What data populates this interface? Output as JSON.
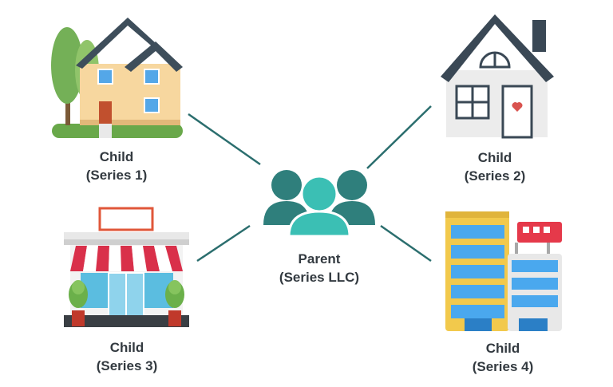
{
  "parent": {
    "title": "Parent",
    "subtitle": "(Series LLC)",
    "icon": "people-group-icon"
  },
  "children": [
    {
      "title": "Child",
      "subtitle": "(Series 1)",
      "icon": "two-story-house-icon"
    },
    {
      "title": "Child",
      "subtitle": "(Series 2)",
      "icon": "house-icon"
    },
    {
      "title": "Child",
      "subtitle": "(Series 3)",
      "icon": "storefront-icon"
    },
    {
      "title": "Child",
      "subtitle": "(Series 4)",
      "icon": "office-building-icon"
    }
  ],
  "colors": {
    "connector": "#2b6e6e",
    "people_dark": "#2f7f7c",
    "people_light": "#3bbfb4",
    "label_text": "#333a40"
  }
}
